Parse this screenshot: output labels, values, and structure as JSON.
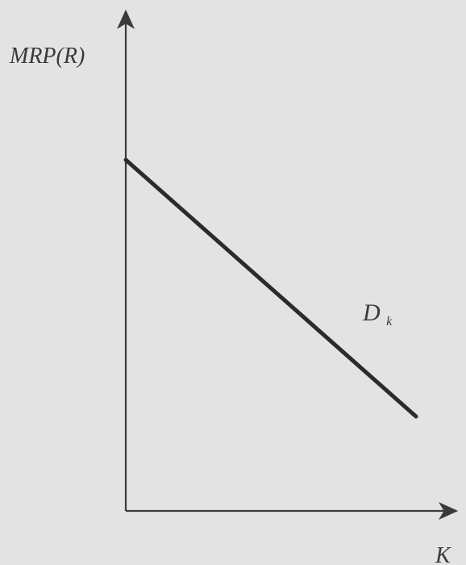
{
  "chart_data": {
    "type": "line",
    "ylabel": "MRP(R)",
    "xlabel": "K",
    "grid": false,
    "xlim": [
      0,
      10
    ],
    "ylim": [
      0,
      10
    ],
    "series": [
      {
        "name": "D",
        "name_subscript": "k",
        "x": [
          0,
          9.0
        ],
        "y": [
          7.25,
          1.95
        ]
      }
    ],
    "line_color": "#2b2b2b",
    "axis_color": "#3a3a3a",
    "background": "#e3e3e3"
  }
}
